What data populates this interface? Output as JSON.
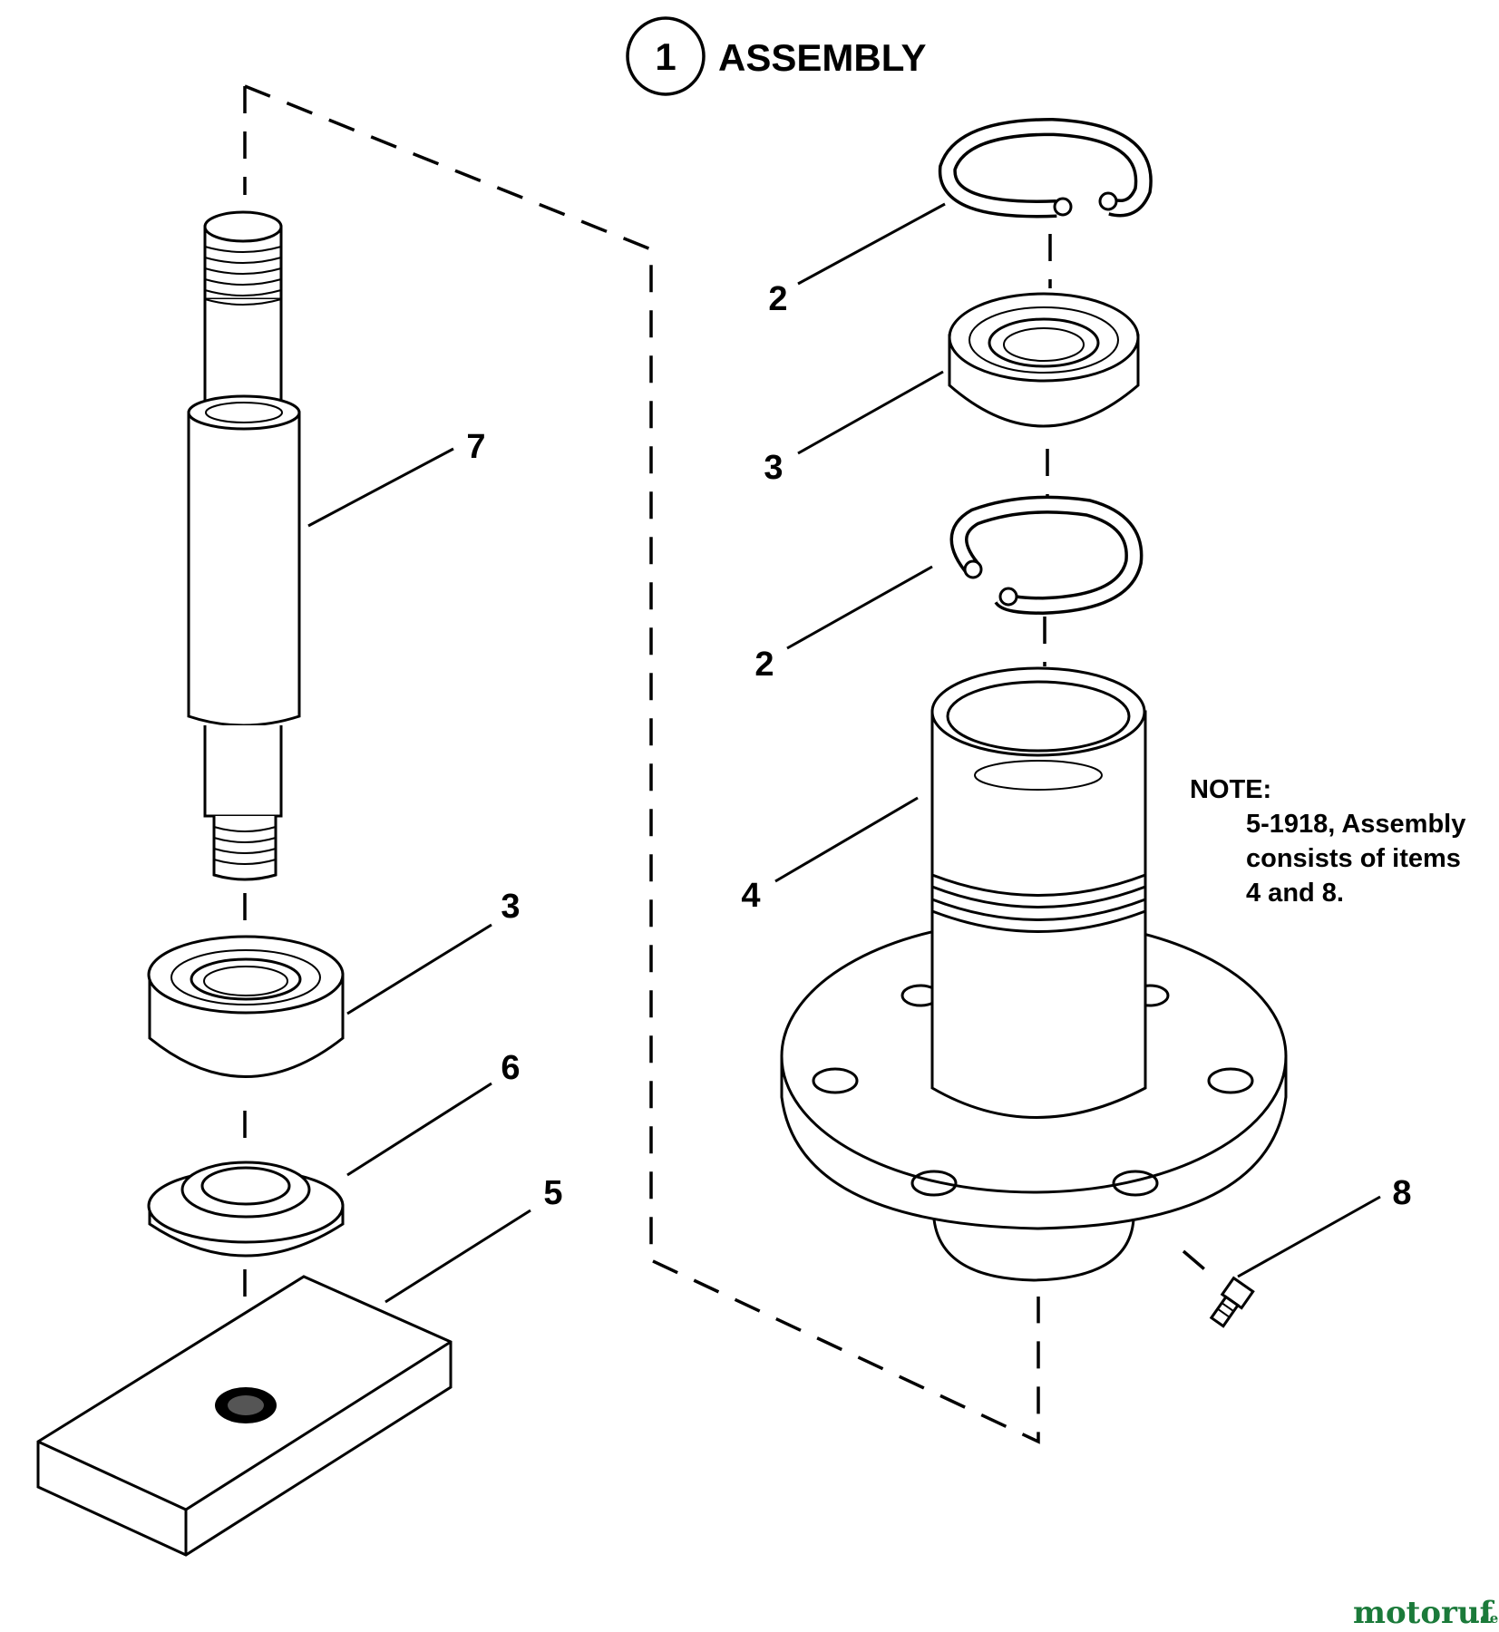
{
  "header": {
    "badge_number": "1",
    "title": "ASSEMBLY"
  },
  "callouts": {
    "item_2_upper": "2",
    "item_3_upper": "3",
    "item_2_lower": "2",
    "item_4": "4",
    "item_7": "7",
    "item_3_left": "3",
    "item_6": "6",
    "item_5": "5",
    "item_8": "8"
  },
  "note": {
    "heading": "NOTE:",
    "lines": [
      "5-1918, Assembly",
      "consists of items",
      "4 and 8."
    ]
  },
  "watermark": {
    "brand": "motoruf",
    "suffix": ".de",
    "color": "#1b7a3a"
  }
}
